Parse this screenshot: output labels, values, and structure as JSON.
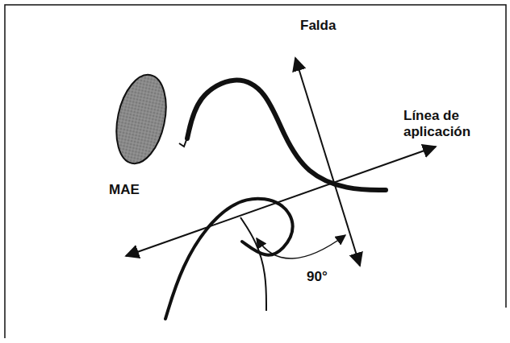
{
  "diagram": {
    "labels": [
      "Falda",
      "MAE",
      "Línea de aplicación",
      "90°"
    ]
  }
}
